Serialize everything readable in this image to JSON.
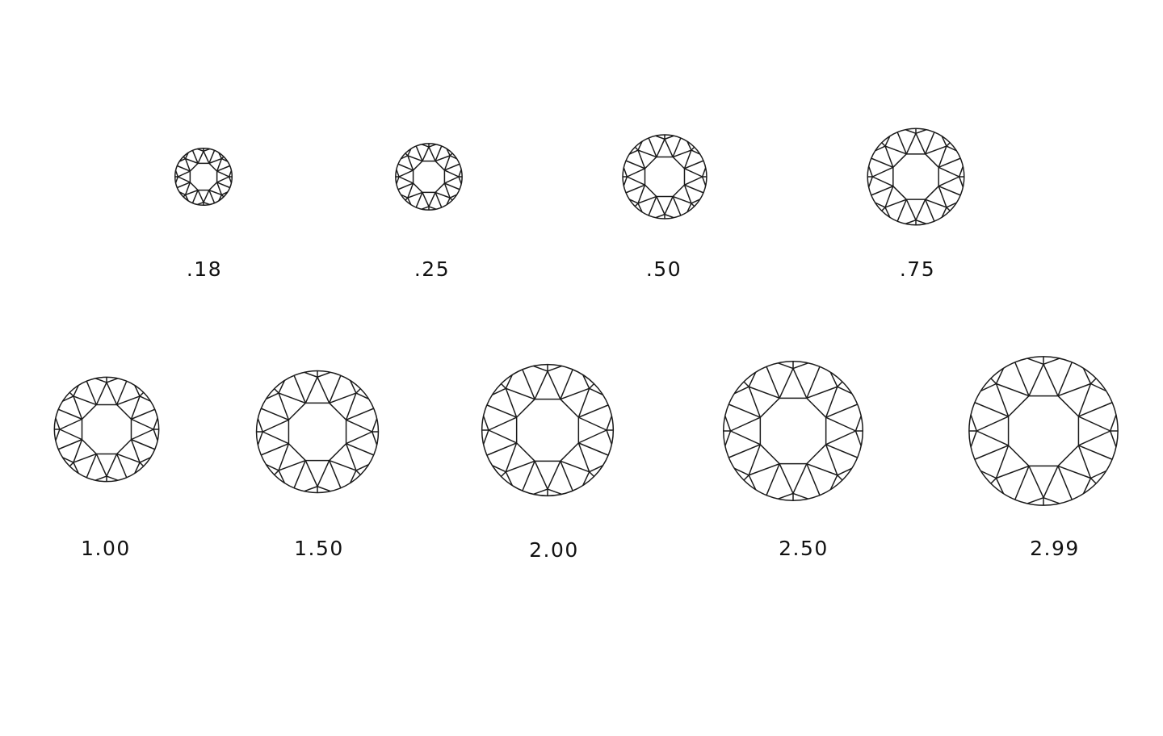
{
  "colors": {
    "background": "#ffffff",
    "stroke": "#1a1a1a",
    "text": "#111111"
  },
  "icon": "round-brilliant-diamond-icon",
  "diamonds": [
    {
      "label": ".18"
    },
    {
      "label": ".25"
    },
    {
      "label": ".50"
    },
    {
      "label": ".75"
    },
    {
      "label": "1.00"
    },
    {
      "label": "1.50"
    },
    {
      "label": "2.00"
    },
    {
      "label": "2.50"
    },
    {
      "label": "2.99"
    }
  ]
}
